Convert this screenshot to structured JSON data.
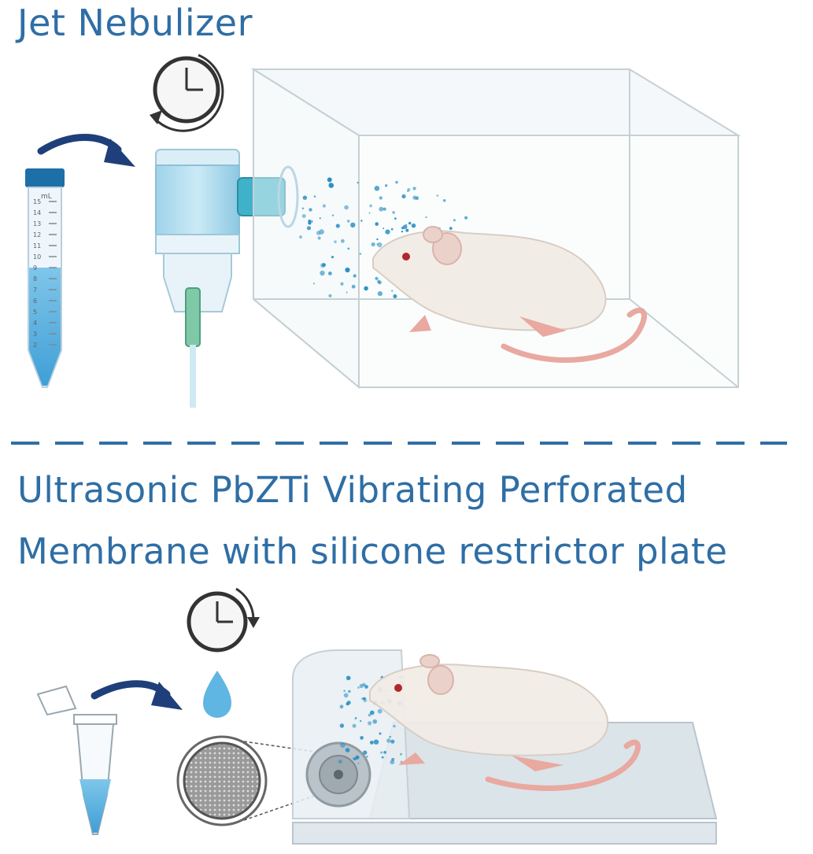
{
  "top_panel": {
    "title": "Jet Nebulizer",
    "tube_unit": "mL",
    "tube_scale": [
      "15",
      "14",
      "13",
      "12",
      "11",
      "10",
      "9",
      "8",
      "7",
      "6",
      "5",
      "4",
      "3",
      "2"
    ]
  },
  "bottom_panel": {
    "title_line1": "Ultrasonic PbZTi Vibrating Perforated",
    "title_line2": "Membrane  with silicone restrictor plate"
  },
  "colors": {
    "title": "#2f6ea5",
    "divider": "#2f6ea5",
    "arrow": "#1f3f7a",
    "liquid": "#5fb6e2",
    "droplets": "#2a8fc4",
    "mouse_body": "#f2ece6",
    "mouse_ear_tail": "#e9a8a0"
  },
  "icons": [
    "clock-icon",
    "rotation-arrow-icon",
    "curved-arrow-icon",
    "droplet-icon",
    "mesh-membrane-icon"
  ]
}
